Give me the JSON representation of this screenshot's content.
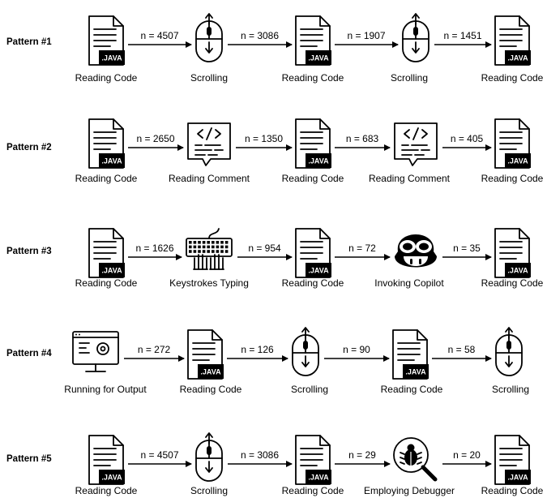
{
  "patterns": [
    {
      "label": "Pattern #1",
      "steps": [
        {
          "icon": "java-file-icon",
          "caption": "Reading Code"
        },
        {
          "icon": "mouse-scroll-icon",
          "caption": "Scrolling"
        },
        {
          "icon": "java-file-icon",
          "caption": "Reading Code"
        },
        {
          "icon": "mouse-scroll-icon",
          "caption": "Scrolling"
        },
        {
          "icon": "java-file-icon",
          "caption": "Reading Code"
        }
      ],
      "counts": [
        "n = 4507",
        "n = 3086",
        "n = 1907",
        "n = 1451"
      ]
    },
    {
      "label": "Pattern #2",
      "steps": [
        {
          "icon": "java-file-icon",
          "caption": "Reading Code"
        },
        {
          "icon": "comment-code-icon",
          "caption": "Reading Comment"
        },
        {
          "icon": "java-file-icon",
          "caption": "Reading Code"
        },
        {
          "icon": "comment-code-icon",
          "caption": "Reading Comment"
        },
        {
          "icon": "java-file-icon",
          "caption": "Reading Code"
        }
      ],
      "counts": [
        "n = 2650",
        "n = 1350",
        "n = 683",
        "n = 405"
      ]
    },
    {
      "label": "Pattern #3",
      "steps": [
        {
          "icon": "java-file-icon",
          "caption": "Reading Code"
        },
        {
          "icon": "keyboard-typing-icon",
          "caption": "Keystrokes Typing"
        },
        {
          "icon": "java-file-icon",
          "caption": "Reading Code"
        },
        {
          "icon": "copilot-icon",
          "caption": "Invoking Copilot"
        },
        {
          "icon": "java-file-icon",
          "caption": "Reading Code"
        }
      ],
      "counts": [
        "n = 1626",
        "n = 954",
        "n = 72",
        "n = 35"
      ]
    },
    {
      "label": "Pattern #4",
      "steps": [
        {
          "icon": "monitor-run-icon",
          "caption": "Running for Output"
        },
        {
          "icon": "java-file-icon",
          "caption": "Reading Code"
        },
        {
          "icon": "mouse-scroll-icon",
          "caption": "Scrolling"
        },
        {
          "icon": "java-file-icon",
          "caption": "Reading Code"
        },
        {
          "icon": "mouse-scroll-icon",
          "caption": "Scrolling"
        }
      ],
      "counts": [
        "n = 272",
        "n = 126",
        "n = 90",
        "n = 58"
      ]
    },
    {
      "label": "Pattern #5",
      "steps": [
        {
          "icon": "java-file-icon",
          "caption": "Reading Code"
        },
        {
          "icon": "mouse-scroll-icon",
          "caption": "Scrolling"
        },
        {
          "icon": "java-file-icon",
          "caption": "Reading Code"
        },
        {
          "icon": "debugger-icon",
          "caption": "Employing Debugger"
        },
        {
          "icon": "java-file-icon",
          "caption": "Reading Code"
        }
      ],
      "counts": [
        "n = 4507",
        "n = 3086",
        "n = 29",
        "n = 20"
      ]
    }
  ],
  "file_badge": ".JAVA"
}
